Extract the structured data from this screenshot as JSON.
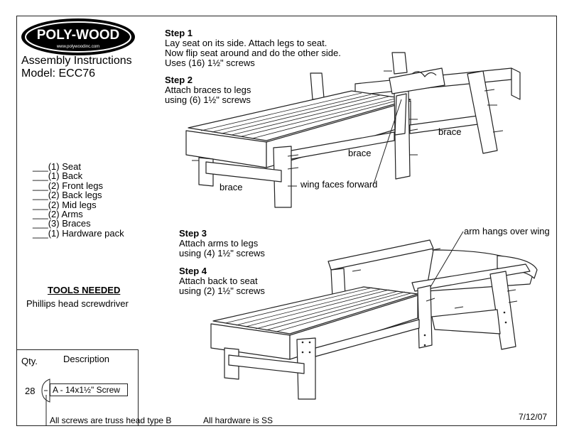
{
  "logo": {
    "brand": "POLY-WOOD",
    "url": "www.polywoodinc.com"
  },
  "header": {
    "line1": "Assembly Instructions",
    "line2": "Model: ECC76"
  },
  "steps": [
    {
      "heading": "Step 1",
      "lines": [
        "Lay seat on its side. Attach legs to seat.",
        "Now flip seat around and do the other side.",
        "Uses (16) 1½\" screws"
      ]
    },
    {
      "heading": "Step 2",
      "lines": [
        "Attach braces to legs",
        "using (6) 1½\" screws"
      ]
    },
    {
      "heading": "Step 3",
      "lines": [
        "Attach arms to legs",
        "using (4) 1½\" screws"
      ]
    },
    {
      "heading": "Step 4",
      "lines": [
        "Attach back to seat",
        "using (2) 1½\" screws"
      ]
    }
  ],
  "parts": [
    "___(1) Seat",
    "___(1) Back",
    "___(2) Front legs",
    "___(2) Back legs",
    "___(2) Mid legs",
    "___(2) Arms",
    "___(3) Braces",
    "___(1) Hardware pack"
  ],
  "tools": {
    "heading": "TOOLS NEEDED",
    "item": "Phillips head screwdriver"
  },
  "hardware": {
    "qty_header": "Qty.",
    "desc_header": "Description",
    "qty": "28",
    "screw": "A - 14x1½\" Screw"
  },
  "footer": {
    "note1": "All screws are truss head type B",
    "note2": "All hardware is SS",
    "date": "7/12/07"
  },
  "callouts": {
    "brace_front": "brace",
    "brace_mid": "brace",
    "brace_back": "brace",
    "wing": "wing faces forward",
    "arm": "arm hangs over wing"
  }
}
